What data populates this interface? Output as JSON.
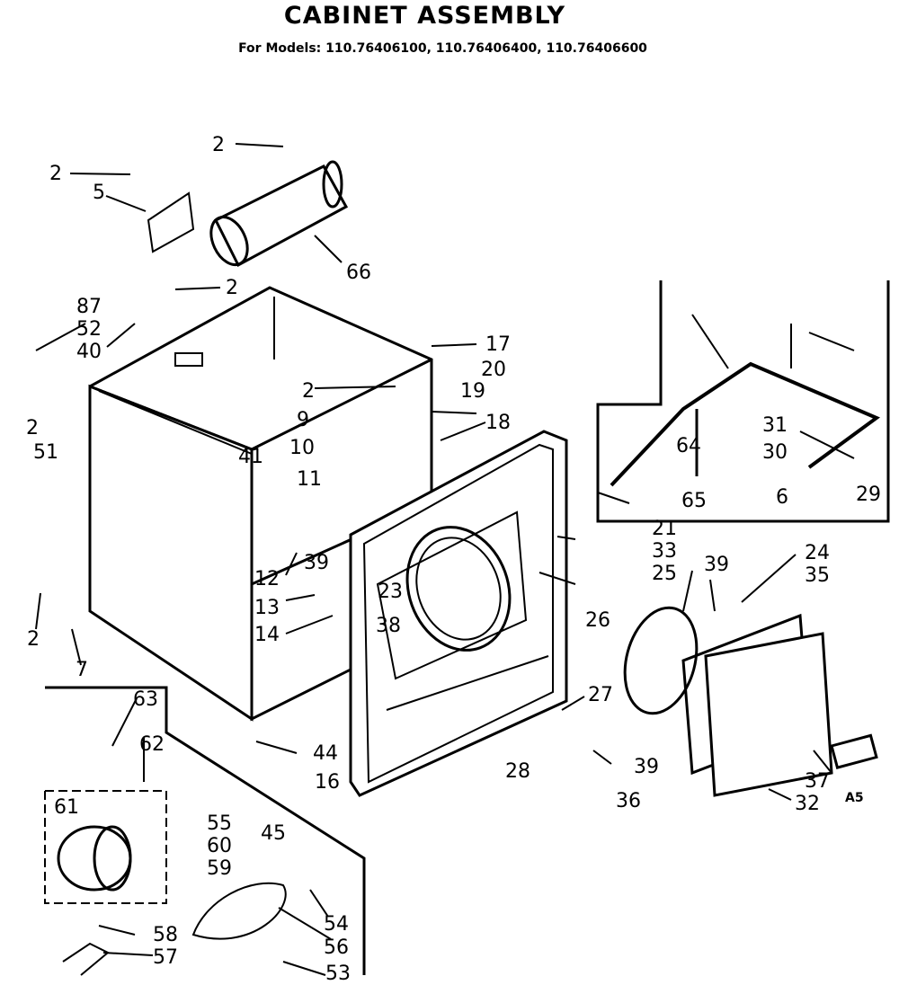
{
  "header": {
    "title": "CABINET ASSEMBLY",
    "models": "For Models: 110.76406100, 110.76406400, 110.76406600"
  },
  "diagram_code": "A5",
  "callouts": [
    "2",
    "2",
    "5",
    "66",
    "2",
    "87",
    "52",
    "40",
    "17",
    "20",
    "2",
    "19",
    "9",
    "18",
    "10",
    "11",
    "41",
    "2",
    "51",
    "31",
    "30",
    "29",
    "64",
    "65",
    "6",
    "21",
    "33",
    "12",
    "39",
    "25",
    "24",
    "35",
    "39",
    "23",
    "13",
    "14",
    "26",
    "38",
    "27",
    "2",
    "7",
    "63",
    "62",
    "44",
    "16",
    "28",
    "39",
    "36",
    "37",
    "32",
    "61",
    "55",
    "60",
    "45",
    "59",
    "54",
    "58",
    "56",
    "57",
    "53"
  ]
}
